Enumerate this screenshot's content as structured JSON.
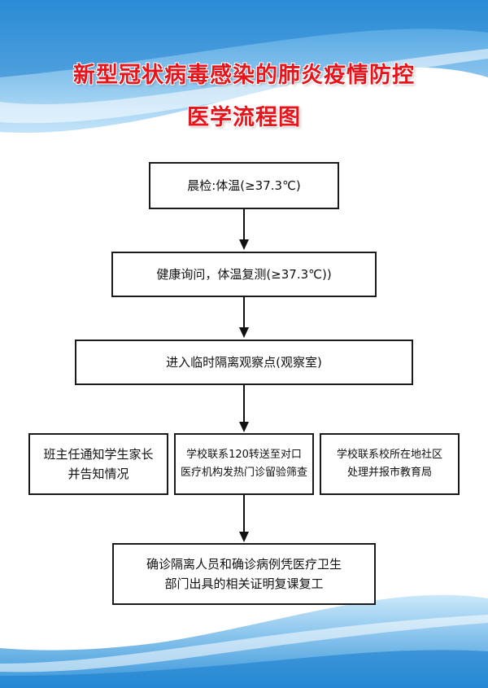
{
  "title": {
    "line1": "新型冠状病毒感染的肺炎疫情防控",
    "line2": "医学流程图"
  },
  "steps": {
    "morning_check": "晨检:体温(≥37.3℃)",
    "health_inquiry": "健康询问，体温复测(≥37.3℃))",
    "observation": "进入临时隔离观察点(观察室)",
    "branch_teacher": {
      "line1": "班主任通知学生家长",
      "line2": "并告知情况"
    },
    "branch_hospital": {
      "line1": "学校联系120转送至对口",
      "line2": "医疗机构发热门诊留验筛查"
    },
    "branch_community": {
      "line1": "学校联系校所在地社区",
      "line2": "处理并报市教育局"
    },
    "return": {
      "line1": "确诊隔离人员和确诊病例凭医疗卫生",
      "line2": "部门出具的相关证明复课复工"
    }
  },
  "colors": {
    "title_red": "#e8141b",
    "bg_blue": "#3a9ee0",
    "box_border": "#1a1a1a"
  }
}
